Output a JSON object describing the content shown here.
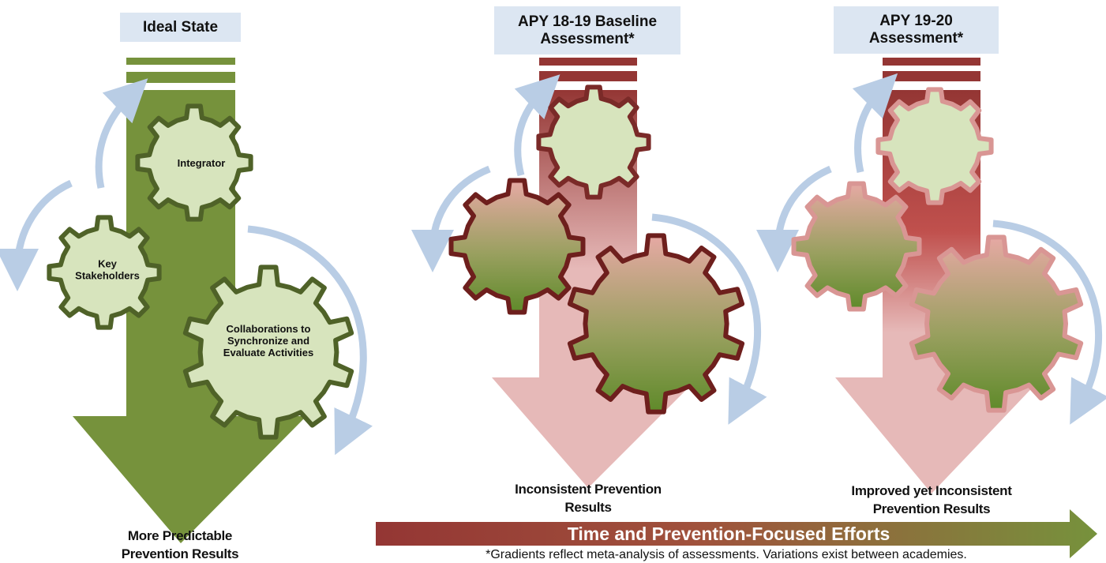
{
  "panels": [
    {
      "title": "Ideal State",
      "result": "More Predictable Prevention Results",
      "gears": [
        "Integrator",
        "Key Stakeholders",
        "Collaborations to Synchronize and Evaluate Activities"
      ]
    },
    {
      "title": "APY 18-19 Baseline Assessment*",
      "result": "Inconsistent Prevention Results",
      "gears": [
        "",
        "",
        ""
      ]
    },
    {
      "title": "APY 19-20 Assessment*",
      "result": "Improved yet Inconsistent Prevention Results",
      "gears": [
        "",
        "",
        ""
      ]
    }
  ],
  "timeline": {
    "label": "Time and Prevention-Focused Efforts"
  },
  "footnote": "*Gradients reflect meta-analysis of assessments. Variations exist between academies.",
  "colors": {
    "green": "#76923c",
    "dark_green": "#4f6228",
    "light_green": "#d7e4bd",
    "dark_red": "#943634",
    "pink": "#e6b9b8",
    "light_blue": "#b9cde5",
    "title_bg": "#dce6f2"
  }
}
